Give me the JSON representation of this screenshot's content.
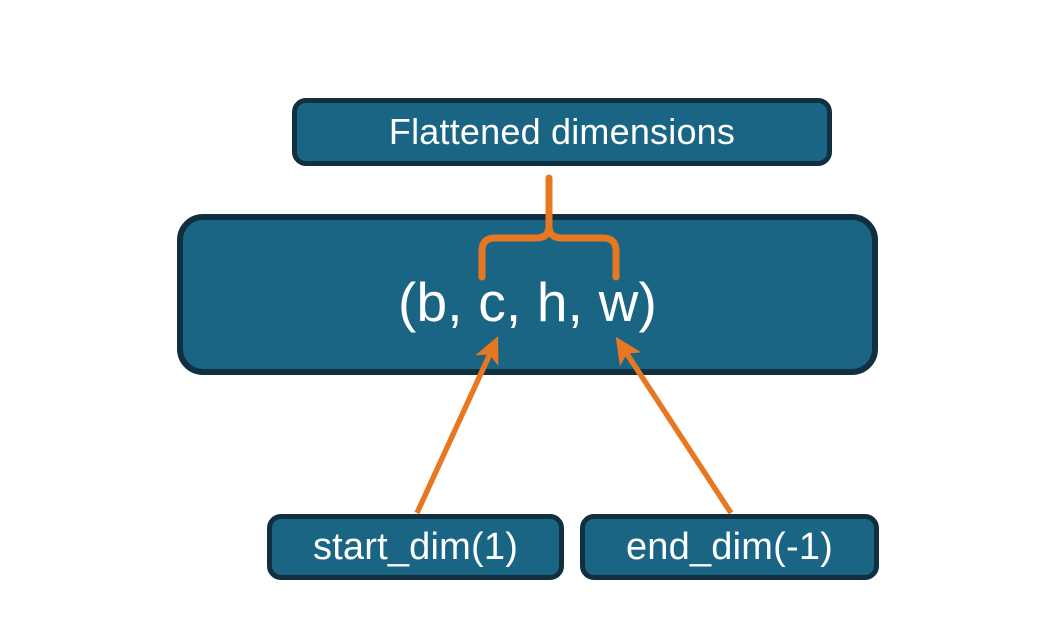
{
  "diagram": {
    "title_node": {
      "label": "Flattened dimensions"
    },
    "tensor_node": {
      "label": "(b, c, h, w)"
    },
    "arg_nodes": [
      {
        "label": "start_dim(1)"
      },
      {
        "label": "end_dim(-1)"
      }
    ],
    "connectors": [
      {
        "name": "brace-to-flattened",
        "kind": "curly-brace",
        "from": "tensor-dims-c-h-w",
        "to": "flattened-dimensions"
      },
      {
        "name": "arrow-start-dim",
        "kind": "arrow",
        "from": "start_dim(1)",
        "to": "dimension-c"
      },
      {
        "name": "arrow-end-dim",
        "kind": "arrow",
        "from": "end_dim(-1)",
        "to": "dimension-w"
      }
    ],
    "colors": {
      "node_fill": "#1A6583",
      "node_border": "#10303F",
      "node_text": "#FFFFFF",
      "accent": "#E87722",
      "background": "#FFFFFF"
    }
  }
}
